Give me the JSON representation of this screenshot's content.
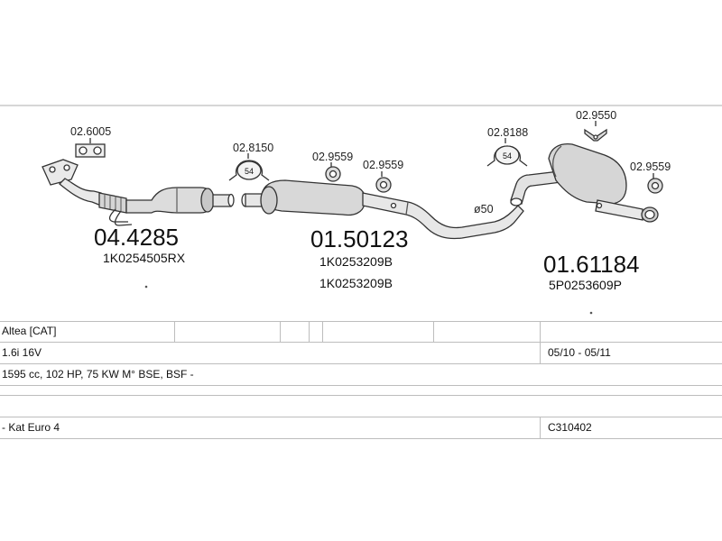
{
  "diagram": {
    "parts": [
      {
        "ref": "02.6005"
      },
      {
        "ref": "02.8150",
        "badge": "54"
      },
      {
        "ref": "02.9559"
      },
      {
        "ref": "02.9559"
      },
      {
        "ref": "02.8188",
        "badge": "54"
      },
      {
        "ref": "02.9550"
      },
      {
        "ref": "02.9559"
      }
    ],
    "sections": [
      {
        "number": "04.4285",
        "oem": [
          "1K0254505RX"
        ]
      },
      {
        "number": "01.50123",
        "oem": [
          "1K0253209B",
          "1K0253209B"
        ]
      },
      {
        "number": "01.61184",
        "oem": [
          "5P0253609P"
        ]
      }
    ],
    "pipe_diameter": "ø50"
  },
  "table": {
    "model": "Altea  [CAT]",
    "engine": "1.6i 16V",
    "years": "05/10 - 05/11",
    "specs": "1595 cc, 102 HP, 75 KW M° BSE, BSF -",
    "emission": "- Kat Euro 4",
    "code": "C310402"
  }
}
